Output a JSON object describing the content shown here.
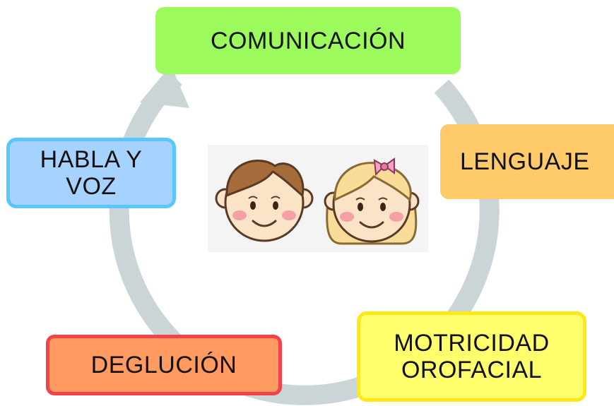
{
  "diagram": {
    "nodes": {
      "comunicacion": {
        "label": "COMUNICACIÓN",
        "fill": "#9dfa5d"
      },
      "lenguaje": {
        "label": "LENGUAJE",
        "fill": "#ffcb6a"
      },
      "motricidad": {
        "label": "MOTRICIDAD\nOROFACIAL",
        "fill": "#ffff6e",
        "border": "#ffe816"
      },
      "deglucion": {
        "label": "DEGLUCIÓN",
        "fill": "#ff9a60",
        "border": "#f4424a"
      },
      "habla_voz": {
        "label": "HABLA Y\nVOZ",
        "fill": "#a6d2ff",
        "border": "#59c6ff"
      }
    },
    "cycle": [
      "comunicacion",
      "lenguaje",
      "motricidad",
      "deglucion",
      "habla_voz"
    ],
    "cycle_arrow_color": "#cbd5d7",
    "center_image": "boy-and-girl-faces"
  }
}
